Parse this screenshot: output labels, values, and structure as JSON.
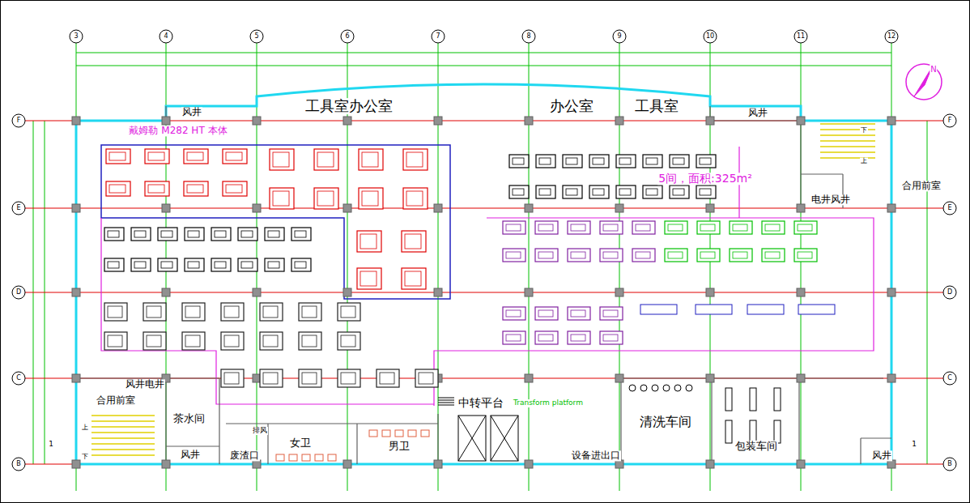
{
  "diagram": {
    "nodes": [
      {
        "text": [
          "戴姆勒 M282 HT 本体"
        ]
      },
      {
        "text": [
          "5间，面积:325m²"
        ]
      },
      {
        "text": [
          "茶水间"
        ]
      },
      {
        "text": [
          "女卫"
        ]
      },
      {
        "text": [
          "男卫"
        ]
      },
      {
        "text": [
          "清洗车间"
        ]
      },
      {
        "text": [
          "包装车间"
        ]
      }
    ],
    "labels": [
      "3",
      "4",
      "5",
      "6",
      "7",
      "8",
      "9",
      "10",
      "11",
      "12",
      "F",
      "E",
      "D",
      "C",
      "B",
      "F",
      "E",
      "D",
      "C",
      "B",
      "1",
      "1",
      "风井",
      "工具室办公室",
      "办公室",
      "工具室",
      "风井",
      "电井风井",
      "合用前室",
      "下",
      "上",
      "风井电井",
      "合用前室",
      "上",
      "下",
      "风井",
      "废渣口",
      "排风",
      "中转平台",
      "Transform platform",
      "设备进出口",
      "风井",
      "N"
    ]
  }
}
